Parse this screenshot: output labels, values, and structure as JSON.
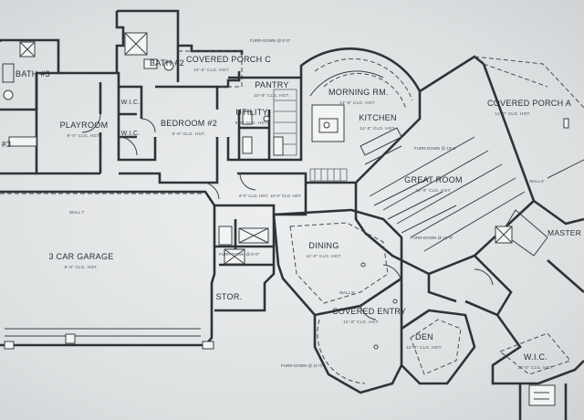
{
  "plan": {
    "rooms": [
      {
        "id": "bath3",
        "name": "BATH #3",
        "size": ""
      },
      {
        "id": "playroom",
        "name": "PLAYROOM",
        "size": "9'-0\" CLG. HGT."
      },
      {
        "id": "bedroom2",
        "name": "BEDROOM #2",
        "size": "9'-0\" CLG. HGT."
      },
      {
        "id": "bath2",
        "name": "BATH #2",
        "size": ""
      },
      {
        "id": "covered-porch-c",
        "name": "COVERED PORCH C",
        "size": "10'-0\" CLG. HGT."
      },
      {
        "id": "wic1",
        "name": "W.I.C.",
        "size": ""
      },
      {
        "id": "wic2",
        "name": "W.I.C.",
        "size": ""
      },
      {
        "id": "pantry",
        "name": "PANTRY",
        "size": "10'-0\" CLG. HGT."
      },
      {
        "id": "utility",
        "name": "UTILITY",
        "size": "9'-0\" CLG. HGT."
      },
      {
        "id": "morning-rm",
        "name": "MORNING RM.",
        "size": "12'-0\" CLG. HGT."
      },
      {
        "id": "kitchen",
        "name": "KITCHEN",
        "size": "12'-0\" CLG. HGT."
      },
      {
        "id": "covered-porch-a",
        "name": "COVERED PORCH A",
        "size": "11'-0\" CLG. HGT."
      },
      {
        "id": "great-room",
        "name": "GREAT ROOM",
        "size": "15'-0\" CLG. HGT."
      },
      {
        "id": "master-bedroom",
        "name": "MASTER BEDROOM",
        "size": ""
      },
      {
        "id": "garage",
        "name": "3 CAR GARAGE",
        "size": "9'-0\" CLG. HGT."
      },
      {
        "id": "dining",
        "name": "DINING",
        "size": "12'-0\" CLG. HGT."
      },
      {
        "id": "covered-entry",
        "name": "COVERED ENTRY",
        "size": "12'-0\" CLG. HGT."
      },
      {
        "id": "den",
        "name": "DEN",
        "size": "10'-0\" CLG. HGT."
      },
      {
        "id": "stor",
        "name": "STOR.",
        "size": ""
      },
      {
        "id": "wic3",
        "name": "W.I.C.",
        "size": "10'-0\" CLG. HGT."
      },
      {
        "id": "partial-left",
        "name": "#3",
        "size": ""
      }
    ],
    "notes": {
      "furr_down_8": "FURR-DOWN @ 8'-0\"",
      "furr_down_9": "FURR-DOWN @ 9'-0\"",
      "furr_down_10": "FURR-DOWN @ 10'-0\"",
      "furr_down_11": "FURR-DOWN @ 11'-0\"",
      "wall_h_5": "WALL 5'",
      "wall_h_7": "WALL 7'",
      "wall_h_8": "WALL 8'",
      "clg_9": "9'-0\" CLG. HGT.",
      "clg_10": "10'-0\" CLG. HGT."
    },
    "colors": {
      "ink": "#2f3336",
      "paper": "#e4e6e7"
    }
  }
}
